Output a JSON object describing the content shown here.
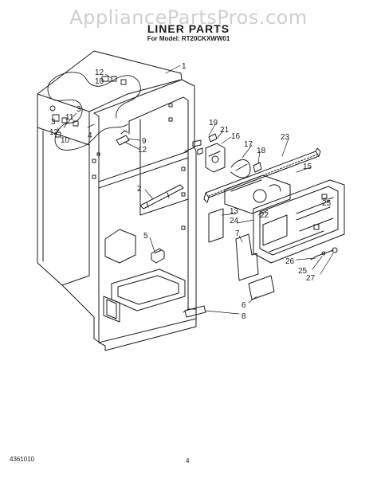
{
  "header": {
    "watermark": "AppliancePartsPros.com",
    "title": "LINER PARTS",
    "subtitle": "For Model: RT20CKXWW01"
  },
  "footer": {
    "doc_number": "4361010",
    "page_number": "4"
  },
  "callouts": {
    "c1": "1",
    "c12a": "12",
    "c10a": "10",
    "c3a": "3",
    "c11": "11",
    "c3b": "3",
    "c4": "4",
    "c12b": "12",
    "c10b": "10",
    "c9": "9",
    "c12c": "12",
    "c19": "19",
    "c21": "21",
    "c16": "16",
    "c17": "17",
    "c18": "18",
    "c23": "23",
    "c15": "15",
    "c2": "2",
    "c22": "22",
    "c25a": "25",
    "c13": "13",
    "c24": "24",
    "c5": "5",
    "c7": "7",
    "c26": "26",
    "c25b": "25",
    "c27": "27",
    "c6": "6",
    "c8": "8"
  }
}
